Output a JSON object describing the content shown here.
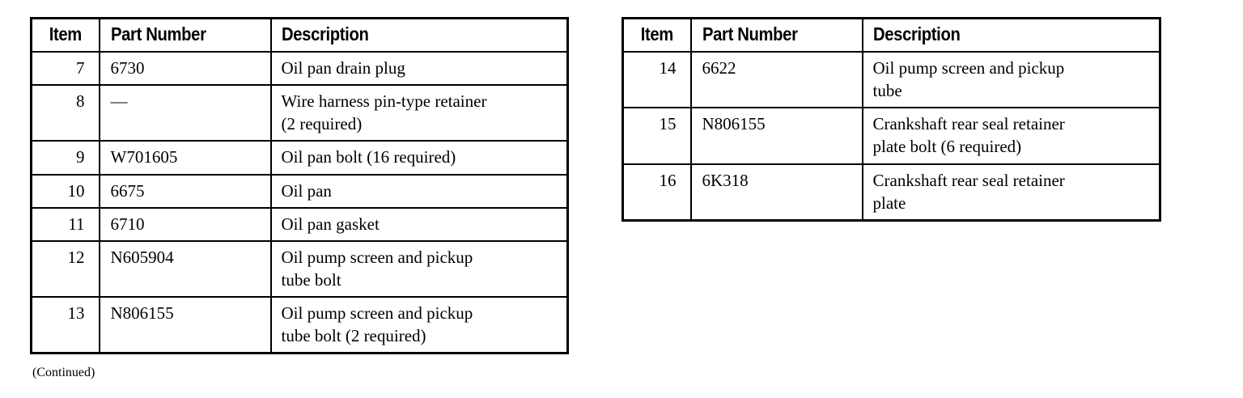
{
  "document": {
    "continued_note": "(Continued)"
  },
  "tables": [
    {
      "id": "left",
      "columns": [
        "Item",
        "Part Number",
        "Description"
      ],
      "rows": [
        {
          "item": "7",
          "part": "6730",
          "desc": [
            "Oil pan drain plug"
          ]
        },
        {
          "item": "8",
          "part": "—",
          "desc": [
            "Wire harness pin-type retainer",
            "(2 required)"
          ]
        },
        {
          "item": "9",
          "part": "W701605",
          "desc": [
            "Oil pan bolt (16 required)"
          ]
        },
        {
          "item": "10",
          "part": "6675",
          "desc": [
            "Oil pan"
          ]
        },
        {
          "item": "11",
          "part": "6710",
          "desc": [
            "Oil pan gasket"
          ]
        },
        {
          "item": "12",
          "part": "N605904",
          "desc": [
            "Oil pump screen and pickup",
            "tube bolt"
          ]
        },
        {
          "item": "13",
          "part": "N806155",
          "desc": [
            "Oil pump screen and pickup",
            "tube bolt (2 required)"
          ]
        }
      ]
    },
    {
      "id": "right",
      "columns": [
        "Item",
        "Part Number",
        "Description"
      ],
      "rows": [
        {
          "item": "14",
          "part": "6622",
          "desc": [
            "Oil pump screen and pickup",
            "tube"
          ]
        },
        {
          "item": "15",
          "part": "N806155",
          "desc": [
            "Crankshaft rear seal retainer",
            "plate bolt (6 required)"
          ]
        },
        {
          "item": "16",
          "part": "6K318",
          "desc": [
            "Crankshaft rear seal retainer",
            "plate"
          ]
        }
      ]
    }
  ]
}
